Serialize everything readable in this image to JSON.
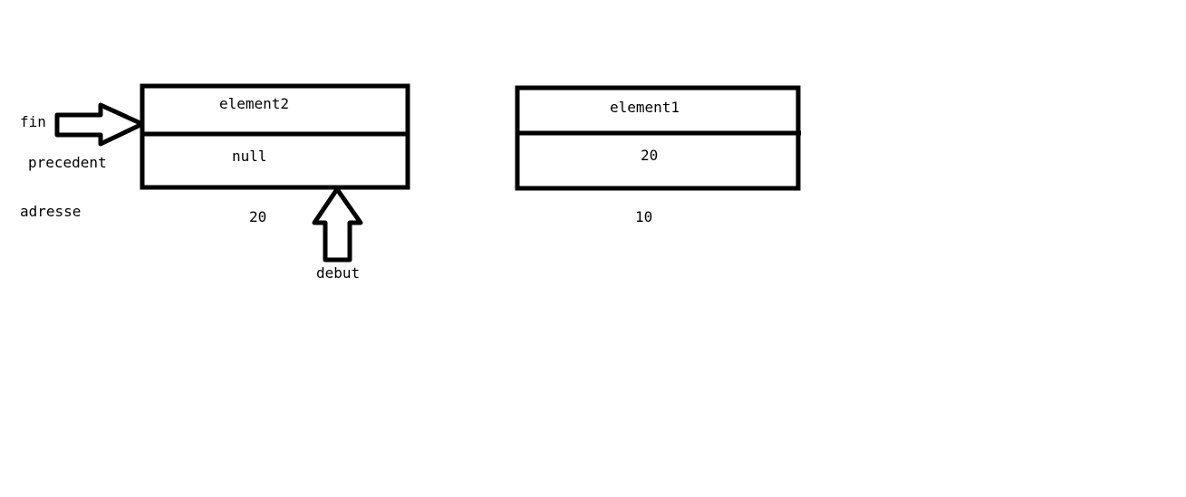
{
  "labels": {
    "fin": "fin",
    "precedent": "precedent",
    "adresse": "adresse",
    "debut": "debut"
  },
  "node_left": {
    "element": "element2",
    "precedent": "null",
    "adresse": "20"
  },
  "node_right": {
    "element": "element1",
    "precedent": "20",
    "adresse": "10"
  },
  "colors": {
    "stroke": "#000000",
    "background": "#ffffff"
  }
}
